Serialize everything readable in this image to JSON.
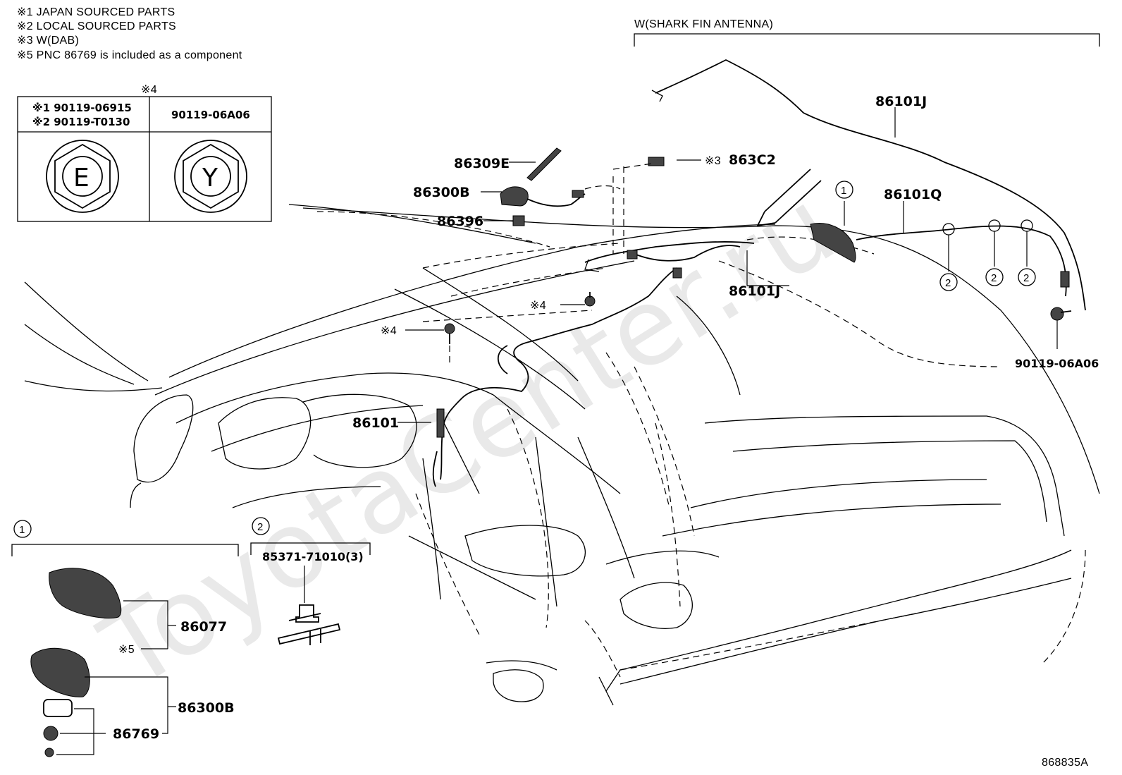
{
  "notes": [
    "※1 JAPAN SOURCED PARTS",
    "※2 LOCAL SOURCED PARTS",
    "※3 W(DAB)",
    "※5 PNC 86769 is included as a component"
  ],
  "shark_fin_header": "W(SHARK FIN ANTENNA)",
  "fastener_table": {
    "marker": "※4",
    "col1_line1": "※1 90119-06915",
    "col1_line2": "※2 90119-T0130",
    "col2": "90119-06A06",
    "col1_symbol": "E",
    "col2_symbol": "Y"
  },
  "callouts": {
    "p86309E": "86309E",
    "p86300B_top": "86300B",
    "p86396": "86396",
    "p863C2": "863C2",
    "mark3": "※3",
    "p86101J_top": "86101J",
    "p86101Q": "86101Q",
    "p86101J_mid": "86101J",
    "p86101": "86101",
    "p90119_06A06": "90119-06A06",
    "mark4_a": "※4",
    "mark4_b": "※4",
    "circle1_top": "1",
    "circle2_a": "2",
    "circle2_b": "2",
    "circle2_c": "2"
  },
  "detail1": {
    "circle": "1",
    "p86077": "86077",
    "mark5": "※5",
    "p86300B": "86300B",
    "p86769": "86769"
  },
  "detail2": {
    "circle": "2",
    "part_number": "85371-71010(3)"
  },
  "diagram_code": "868835A",
  "watermark": "ToyotaCenter.ru"
}
